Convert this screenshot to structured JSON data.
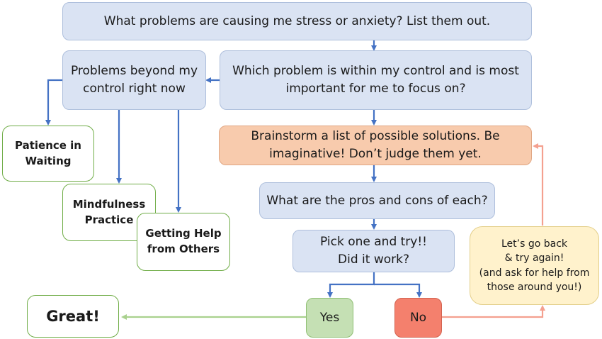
{
  "title": "What problems are causing me stress or anxiety? List them out.",
  "beyond_control": "Problems beyond my\ncontrol right now",
  "within_control": "Which problem is within my control and is most\nimportant for me to focus on?",
  "brainstorm": "Brainstorm a list of possible solutions. Be\nimaginative! Don’t judge them yet.",
  "patience": "Patience in\nWaiting",
  "mindfulness": "Mindfulness\nPractice",
  "getting_help": "Getting Help\nfrom Others",
  "pros_cons": "What are the pros and cons of each?",
  "pick_one": "Pick one and try!!\nDid it work?",
  "go_back": "Let’s go back\n& try again!\n(and ask for help from\nthose around you!)",
  "great": "Great!",
  "yes": "Yes",
  "no": "No",
  "colors": {
    "blue_fill": "#dae3f3",
    "orange_fill": "#f8cbad",
    "yellow_fill": "#fff2cc",
    "yes_fill": "#c5e0b4",
    "no_fill": "#f4806d",
    "blue_arrow": "#4472c4",
    "green_arrow": "#a9d18e",
    "red_arrow": "#f4a08f",
    "green_border": "#70ad47"
  }
}
